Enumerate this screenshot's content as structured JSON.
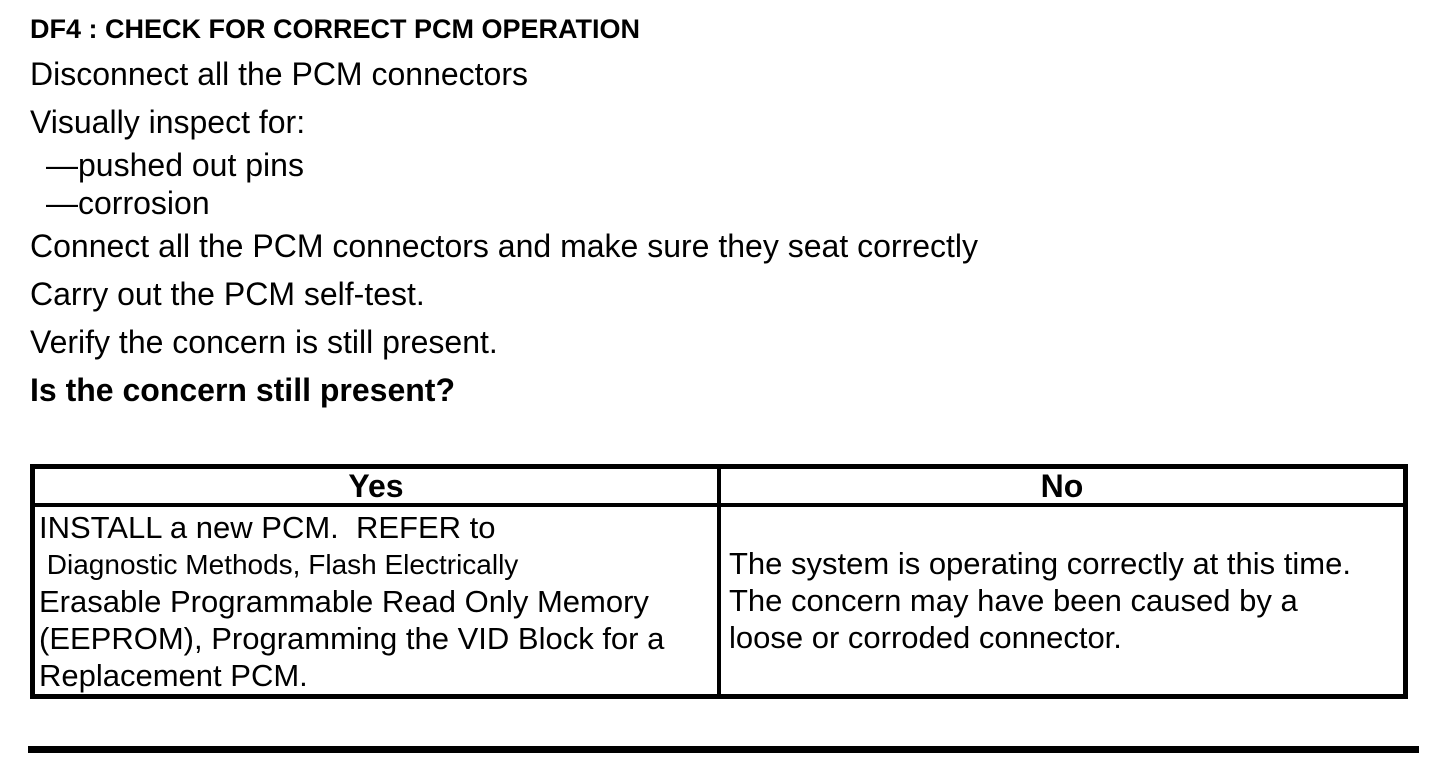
{
  "document": {
    "heading": "DF4 : CHECK FOR CORRECT PCM OPERATION",
    "steps": [
      "Disconnect all the PCM connectors",
      "Visually inspect for:",
      "Connect all the PCM connectors and make sure they seat correctly",
      "Carry out the PCM self-test.",
      "Verify the concern is still present."
    ],
    "inspection_items": [
      "—pushed out pins",
      "—corrosion"
    ],
    "question": "Is the concern still present?",
    "decision_table": {
      "yes_header": "Yes",
      "no_header": "No",
      "yes_lines": [
        "INSTALL a new PCM.  REFER to",
        " Diagnostic Methods, Flash Electrically",
        "Erasable Programmable Read Only Memory",
        "(EEPROM), Programming the VID Block for a",
        "Replacement PCM."
      ],
      "no_lines": [
        "The system is operating correctly at this time.",
        "The concern may have been caused by a",
        "loose or corroded connector."
      ]
    },
    "colors": {
      "text": "#000000",
      "background": "#ffffff",
      "table_border": "#000000"
    }
  }
}
